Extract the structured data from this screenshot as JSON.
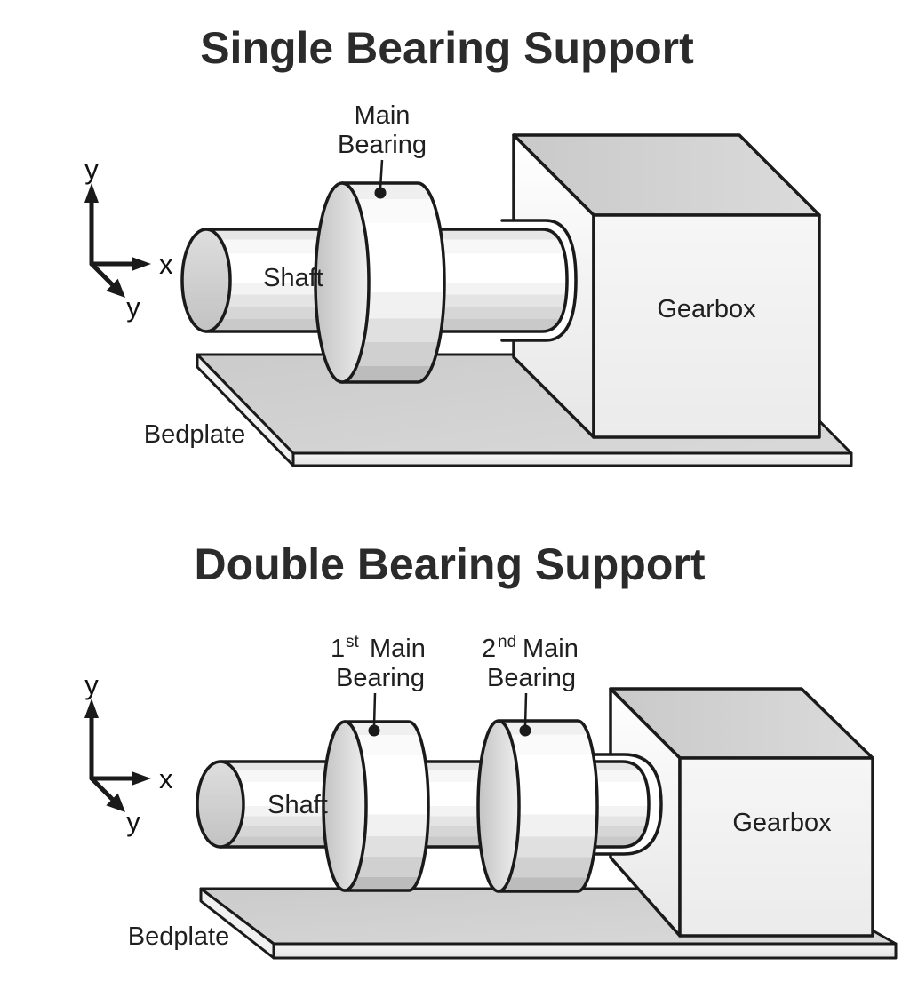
{
  "single": {
    "title": "Single Bearing Support",
    "axes": {
      "up": "y",
      "right": "x",
      "diagonal": "y"
    },
    "bearing_label": {
      "line1": "Main",
      "line2": "Bearing"
    },
    "shaft_label": "Shaft",
    "gearbox_label": "Gearbox",
    "bedplate_label": "Bedplate"
  },
  "double": {
    "title": "Double Bearing Support",
    "axes": {
      "up": "y",
      "right": "x",
      "diagonal": "y"
    },
    "bearing1_label": {
      "ordinal": "1",
      "suffix": "st",
      "rest": "Main",
      "line2": "Bearing"
    },
    "bearing2_label": {
      "ordinal": "2",
      "suffix": "nd",
      "rest": "Main",
      "line2": "Bearing"
    },
    "shaft_label": "Shaft",
    "gearbox_label": "Gearbox",
    "bedplate_label": "Bedplate"
  },
  "colors": {
    "outline": "#1a1a1a",
    "background": "#ffffff"
  }
}
